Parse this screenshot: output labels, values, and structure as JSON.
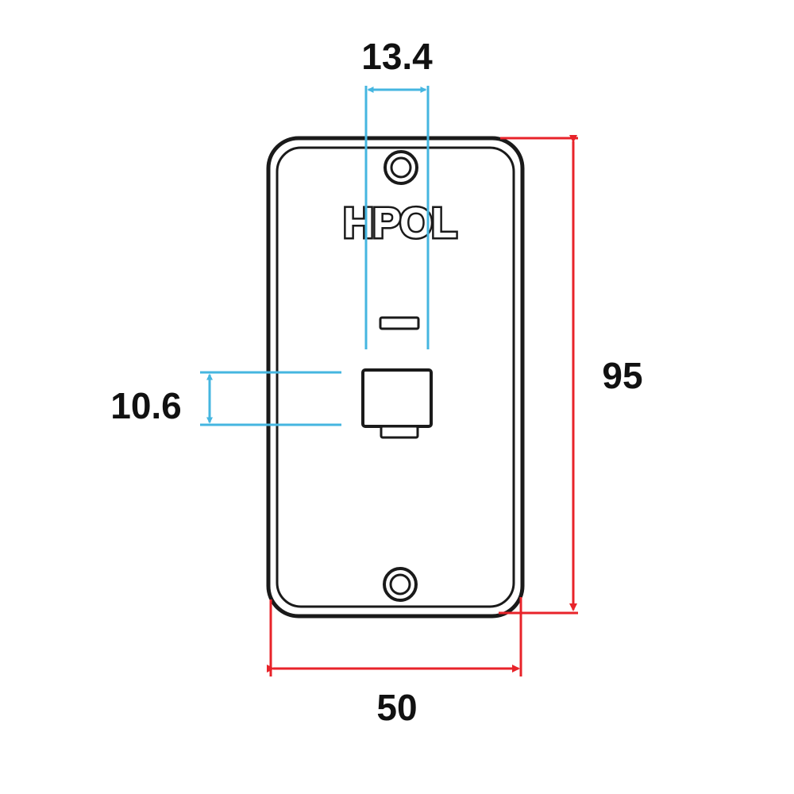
{
  "diagram": {
    "dimensions": {
      "width": "50",
      "height": "95",
      "jack_spacing": "13.4",
      "jack_height": "10.6"
    },
    "brand_logo": "HPOL",
    "colors": {
      "outline": "#1a1a1a",
      "overall_dimension": "#e8232a",
      "detail_dimension": "#45b6e0",
      "label": "#111111"
    },
    "icons": {
      "jack": "rj11-jack-icon",
      "screw": "screw-hole-icon"
    }
  }
}
